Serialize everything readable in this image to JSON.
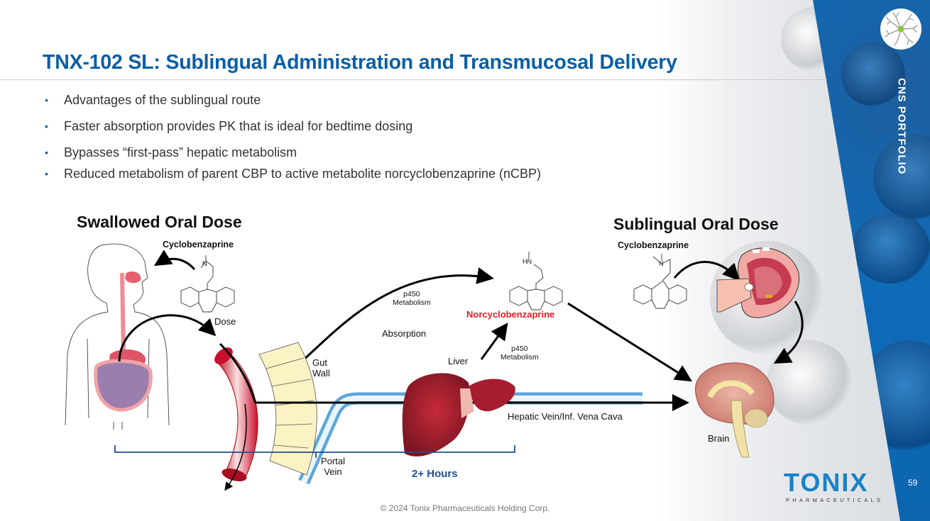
{
  "slide": {
    "title": "TNX-102 SL: Sublingual Administration and Transmucosal Delivery",
    "side_label": "CNS PORTFOLIO",
    "side_icon": "neuron-icon",
    "page_number": "59",
    "footer": "© 2024 Tonix Pharmaceuticals Holding Corp.",
    "logo": {
      "wordmark": "TONIX",
      "subtitle": "PHARMACEUTICALS"
    },
    "colors": {
      "title": "#0b5fa5",
      "panel": "#0c66b1",
      "accent_red": "#e41d24",
      "hours": "#1f4e8c",
      "neuron_dot": "#8cc63f"
    }
  },
  "bullets": [
    "Advantages of the sublingual route",
    "Faster absorption provides PK that is ideal for bedtime dosing",
    "Bypasses “first-pass” hepatic metabolism",
    "Reduced metabolism of parent CBP to active metabolite norcyclobenzaprine (nCBP)"
  ],
  "diagram": {
    "left_title": "Swallowed Oral Dose",
    "right_title": "Sublingual Oral Dose",
    "cyclobenzaprine_left": "Cyclobenzaprine",
    "cyclobenzaprine_right": "Cyclobenzaprine",
    "norcyclobenzaprine": "Norcyclobenzaprine",
    "dose": "Dose",
    "p450_top": [
      "p450",
      "Metabolism"
    ],
    "p450_bottom": [
      "p450",
      "Metabolism"
    ],
    "absorption": "Absorption",
    "liver": "Liver",
    "gut_wall": [
      "Gut",
      "Wall"
    ],
    "portal_vein": [
      "Portal",
      "Vein"
    ],
    "hepatic_vein": "Hepatic Vein/Inf. Vena Cava",
    "hours": "2+ Hours",
    "brain": "Brain",
    "n_label": "N",
    "hn_label": "HN"
  }
}
